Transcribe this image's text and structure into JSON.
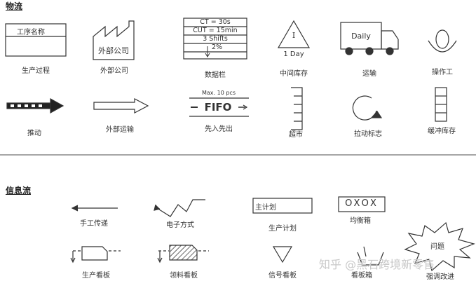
{
  "sections": {
    "material_flow": "物流",
    "info_flow": "信息流"
  },
  "material": {
    "process": {
      "title": "工序名称",
      "label": "生产过程"
    },
    "outside": {
      "text": "外部公司",
      "label": "外部公司"
    },
    "databox": {
      "rows": [
        "CT = 30s",
        "CUT = 15min",
        "3 Shifts",
        "2%"
      ],
      "label": "数据栏"
    },
    "inventory": {
      "symbol": "I",
      "text": "1 Day",
      "label": "中间库存"
    },
    "truck": {
      "text": "Daily",
      "label": "运输"
    },
    "operator": {
      "label": "操作工"
    },
    "push": {
      "label": "推动"
    },
    "ship": {
      "label": "外部运输"
    },
    "fifo": {
      "max": "Max. 10 pcs",
      "text": "FIFO",
      "label": "先入先出"
    },
    "supermarket": {
      "label": "超市"
    },
    "pull": {
      "label": "拉动标志"
    },
    "buffer": {
      "label": "缓冲库存"
    }
  },
  "info": {
    "manual": {
      "label": "手工传递"
    },
    "electronic": {
      "label": "电子方式"
    },
    "schedule": {
      "text": "主计划",
      "label": "生产计划"
    },
    "leveling": {
      "text": "OXOX",
      "label": "均衡箱"
    },
    "prod_kanban": {
      "label": "生产看板"
    },
    "withdraw_kanban": {
      "label": "领料看板"
    },
    "signal_kanban": {
      "label": "信号看板"
    },
    "kanban_post": {
      "label": "看板箱"
    },
    "kaizen": {
      "text": "问题",
      "label": "强调改进"
    }
  },
  "watermark": "知乎 @黑石跨境新零售"
}
